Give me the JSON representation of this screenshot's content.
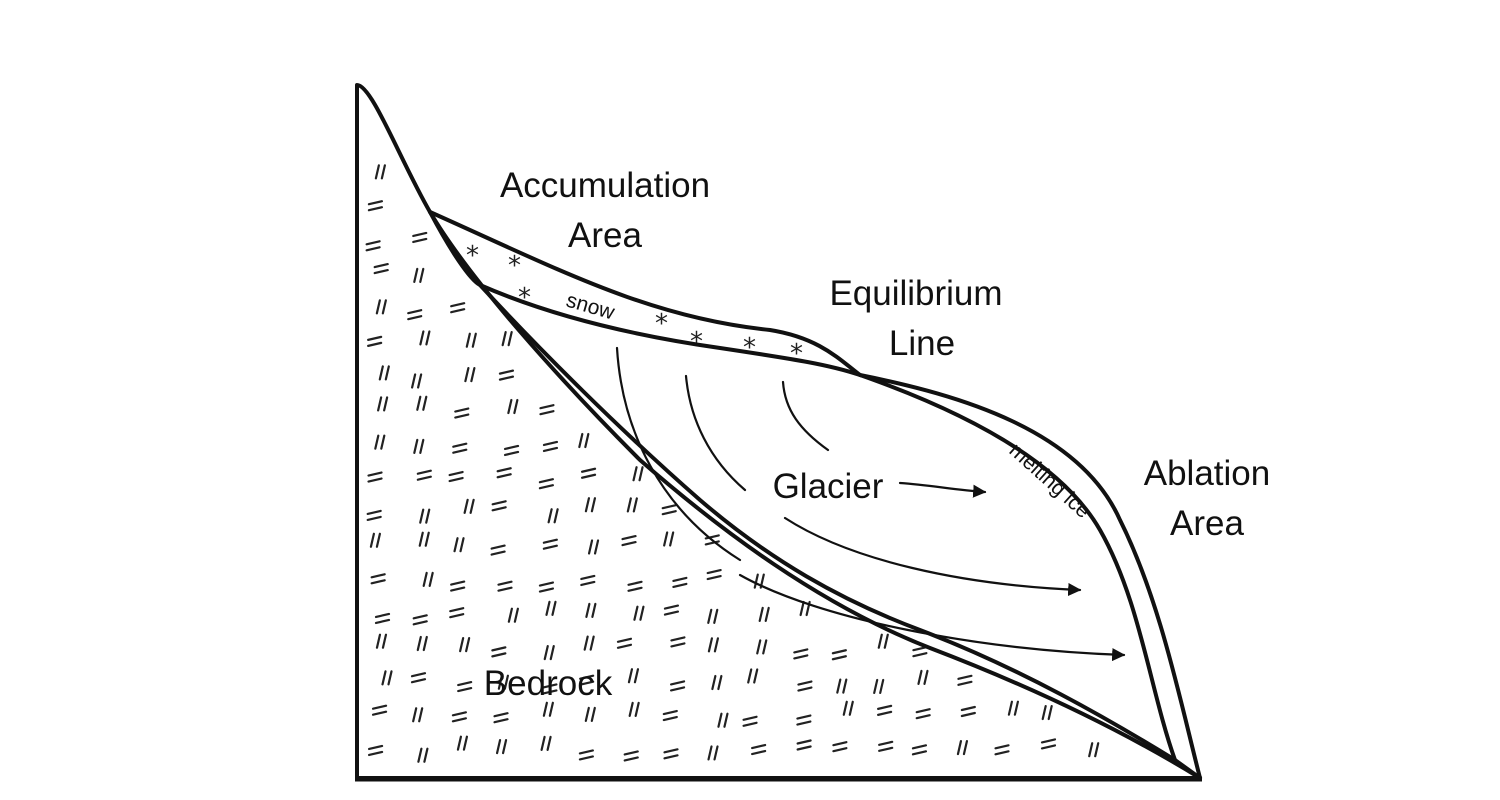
{
  "labels": {
    "accumulation_line1": "Accumulation",
    "accumulation_line2": "Area",
    "equilibrium_line1": "Equilibrium",
    "equilibrium_line2": "Line",
    "ablation_line1": "Ablation",
    "ablation_line2": "Area",
    "glacier": "Glacier",
    "bedrock": "Bedrock",
    "snow": "snow",
    "melting_ice": "melting ice"
  },
  "colors": {
    "ink": "#111111",
    "background": "#ffffff"
  }
}
